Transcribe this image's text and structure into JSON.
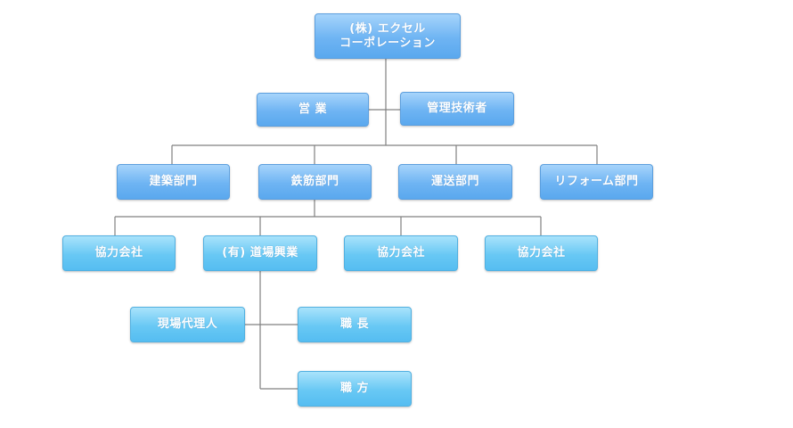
{
  "org_chart": {
    "line_color": "#808080",
    "top": {
      "line1": "(株) エクセル",
      "line2": "コーポレーション"
    },
    "level2": {
      "sales": "営 業",
      "engineer": "管理技術者"
    },
    "departments": {
      "construction": "建築部門",
      "rebar": "鉄筋部門",
      "transport": "運送部門",
      "reform": "リフォーム部門"
    },
    "partners": {
      "partner_a": "協力会社",
      "dobakogyo": "(有) 道場興業",
      "partner_b": "協力会社",
      "partner_c": "協力会社"
    },
    "site": {
      "site_agent": "現場代理人",
      "foreman": "職 長",
      "craftsman": "職 方"
    }
  }
}
